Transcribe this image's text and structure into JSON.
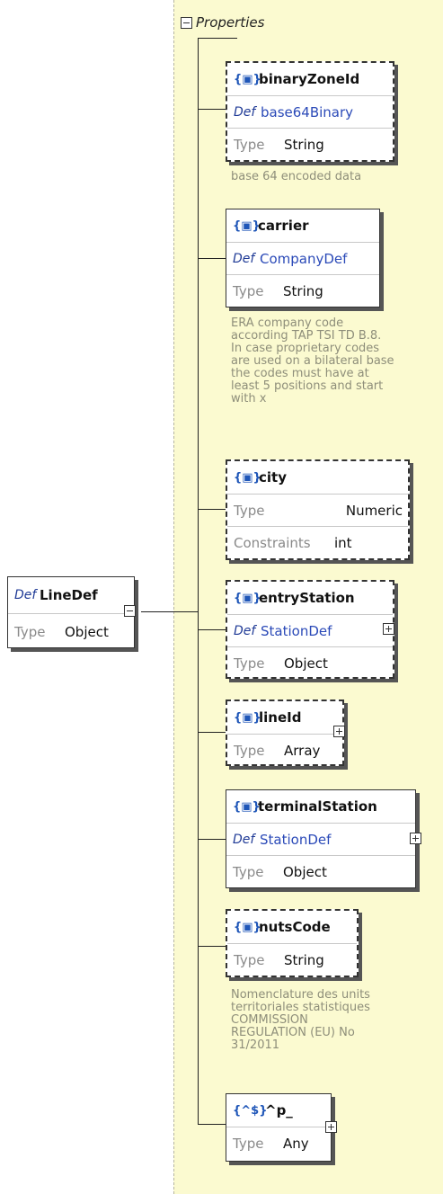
{
  "root": {
    "def_icon": "Def",
    "name": "LineDef",
    "type_label": "Type",
    "type_value": "Object"
  },
  "properties_label": "Properties",
  "type_label": "Type",
  "constraints_label": "Constraints",
  "property_icon": "{▣}",
  "pattern_icon": "{^$}",
  "def_icon": "Def",
  "nodes": [
    {
      "name": "binaryZoneId",
      "def": "base64Binary",
      "type": "String",
      "description": "base 64 encoded data"
    },
    {
      "name": "carrier",
      "def": "CompanyDef",
      "type": "String",
      "description": "ERA company code\naccording TAP TSI TD B.8.\nIn case proprietary codes\nare used on a bilateral base\nthe codes must have at\nleast 5 positions and start\nwith x"
    },
    {
      "name": "city",
      "type": "Numeric",
      "constraints": "int"
    },
    {
      "name": "entryStation",
      "def": "StationDef",
      "type": "Object"
    },
    {
      "name": "lineId",
      "type": "Array"
    },
    {
      "name": "terminalStation",
      "def": "StationDef",
      "type": "Object"
    },
    {
      "name": "nutsCode",
      "type": "String",
      "description": "Nomenclature des units\nterritoriales statistiques\n COMMISSION\nREGULATION (EU) No\n31/2011"
    },
    {
      "name": "^p_",
      "type": "Any"
    }
  ]
}
